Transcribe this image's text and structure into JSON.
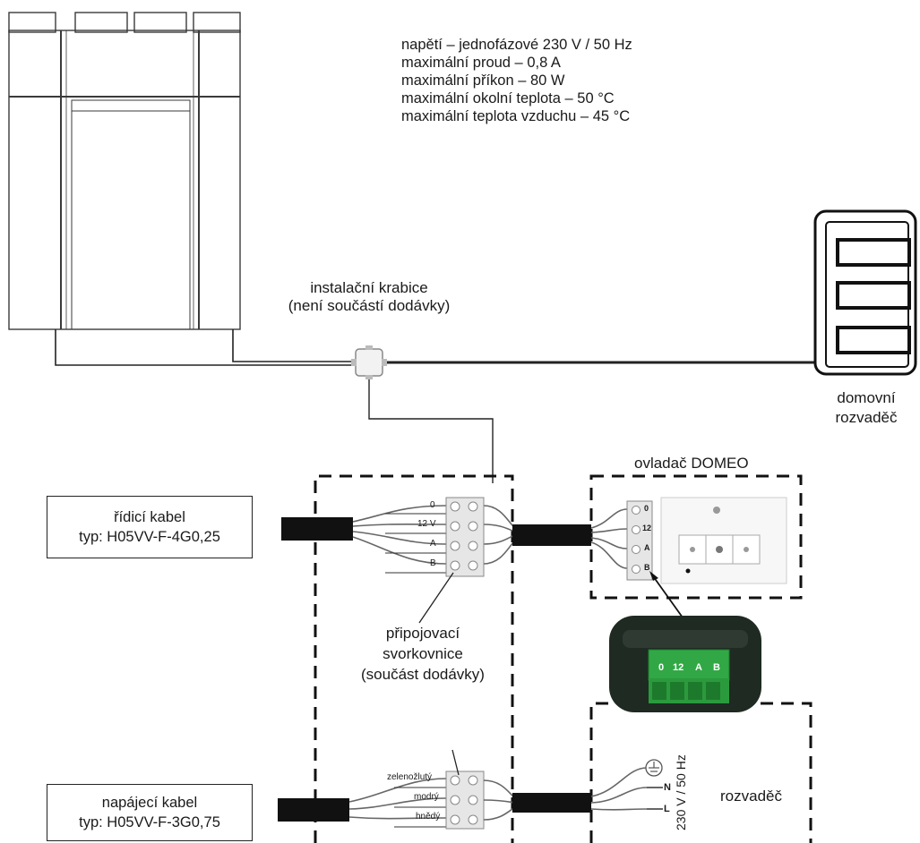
{
  "specs": [
    "napětí – jednofázové 230 V / 50 Hz",
    "maximální proud – 0,8 A",
    "maximální příkon – 80 W",
    "maximální okolní teplota – 50 °C",
    "maximální teplota vzduchu – 45 °C"
  ],
  "junction_box": {
    "line1": "instalační krabice",
    "line2": "(není součástí dodávky)"
  },
  "main_board": {
    "line1": "domovní",
    "line2": "rozvaděč"
  },
  "controller": {
    "title": "ovladač DOMEO"
  },
  "control_cable": {
    "line1": "řídicí kabel",
    "line2": "typ: H05VV-F-4G0,25",
    "terminals": [
      "0",
      "12 V",
      "A",
      "B"
    ]
  },
  "controller_terminals": [
    "0",
    "12",
    "A",
    "B"
  ],
  "connector_photo_labels": [
    "0",
    "12",
    "A",
    "B"
  ],
  "terminal_block": {
    "line1": "připojovací",
    "line2": "svorkovnice",
    "line3": "(součást dodávky)"
  },
  "power_cable": {
    "line1": "napájecí kabel",
    "line2": "typ: H05VV-F-3G0,75",
    "wires": [
      "zelenožlutý",
      "modrý",
      "hnědý"
    ]
  },
  "distribution": {
    "voltage": "230 V / 50 Hz",
    "label": "rozvaděč",
    "terminals": [
      "N",
      "L"
    ]
  }
}
